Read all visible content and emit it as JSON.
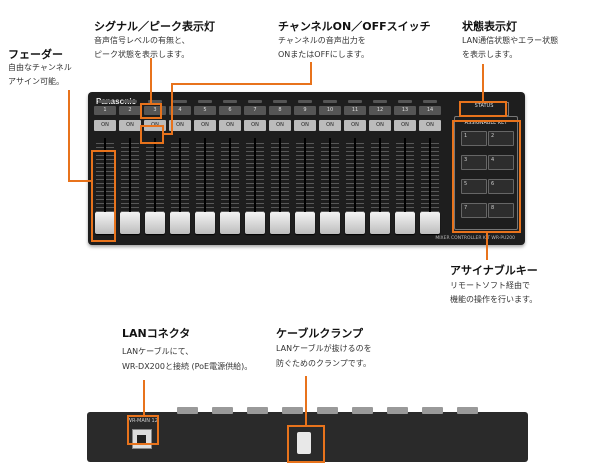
{
  "callouts": {
    "fader": {
      "title": "フェーダー",
      "desc": [
        "自由なチャンネル",
        "アサイン可能。"
      ]
    },
    "signal": {
      "title": "シグナル／ピーク表示灯",
      "desc": [
        "音声信号レベルの有無と、",
        "ピーク状態を表示します。"
      ]
    },
    "channel_on": {
      "title": "チャンネルON／OFFスイッチ",
      "desc": [
        "チャンネルの音声出力を",
        "ONまたはOFFにします。"
      ]
    },
    "status": {
      "title": "状態表示灯",
      "desc": [
        "LAN通信状態やエラー状態",
        "を表示します。"
      ]
    },
    "assign": {
      "title": "アサイナブルキー",
      "desc": [
        "リモートソフト経由で",
        "機能の操作を行います。"
      ]
    },
    "lan": {
      "title": "LANコネクタ",
      "desc": [
        "LANケーブルにて、",
        "WR-DX200と接続 (PoE電源供給)。"
      ]
    },
    "clamp": {
      "title": "ケーブルクランプ",
      "desc": [
        "LANケーブルが抜けるのを",
        "防ぐためのクランプです。"
      ]
    }
  },
  "device": {
    "brand": "Panasonic",
    "channels": [
      "1",
      "2",
      "3",
      "4",
      "5",
      "6",
      "7",
      "8",
      "9",
      "10",
      "11",
      "12",
      "13",
      "14"
    ],
    "on_label": "ON",
    "status_label": "STATUS",
    "assignable_label": "ASSIGNABLE KEY",
    "keys": [
      "1",
      "2",
      "3",
      "4",
      "5",
      "6",
      "7",
      "8"
    ],
    "model": "MIXER CONTROLLER KIT  WR-PU200"
  },
  "rear": {
    "port_label": "WR-MAIN  12"
  }
}
